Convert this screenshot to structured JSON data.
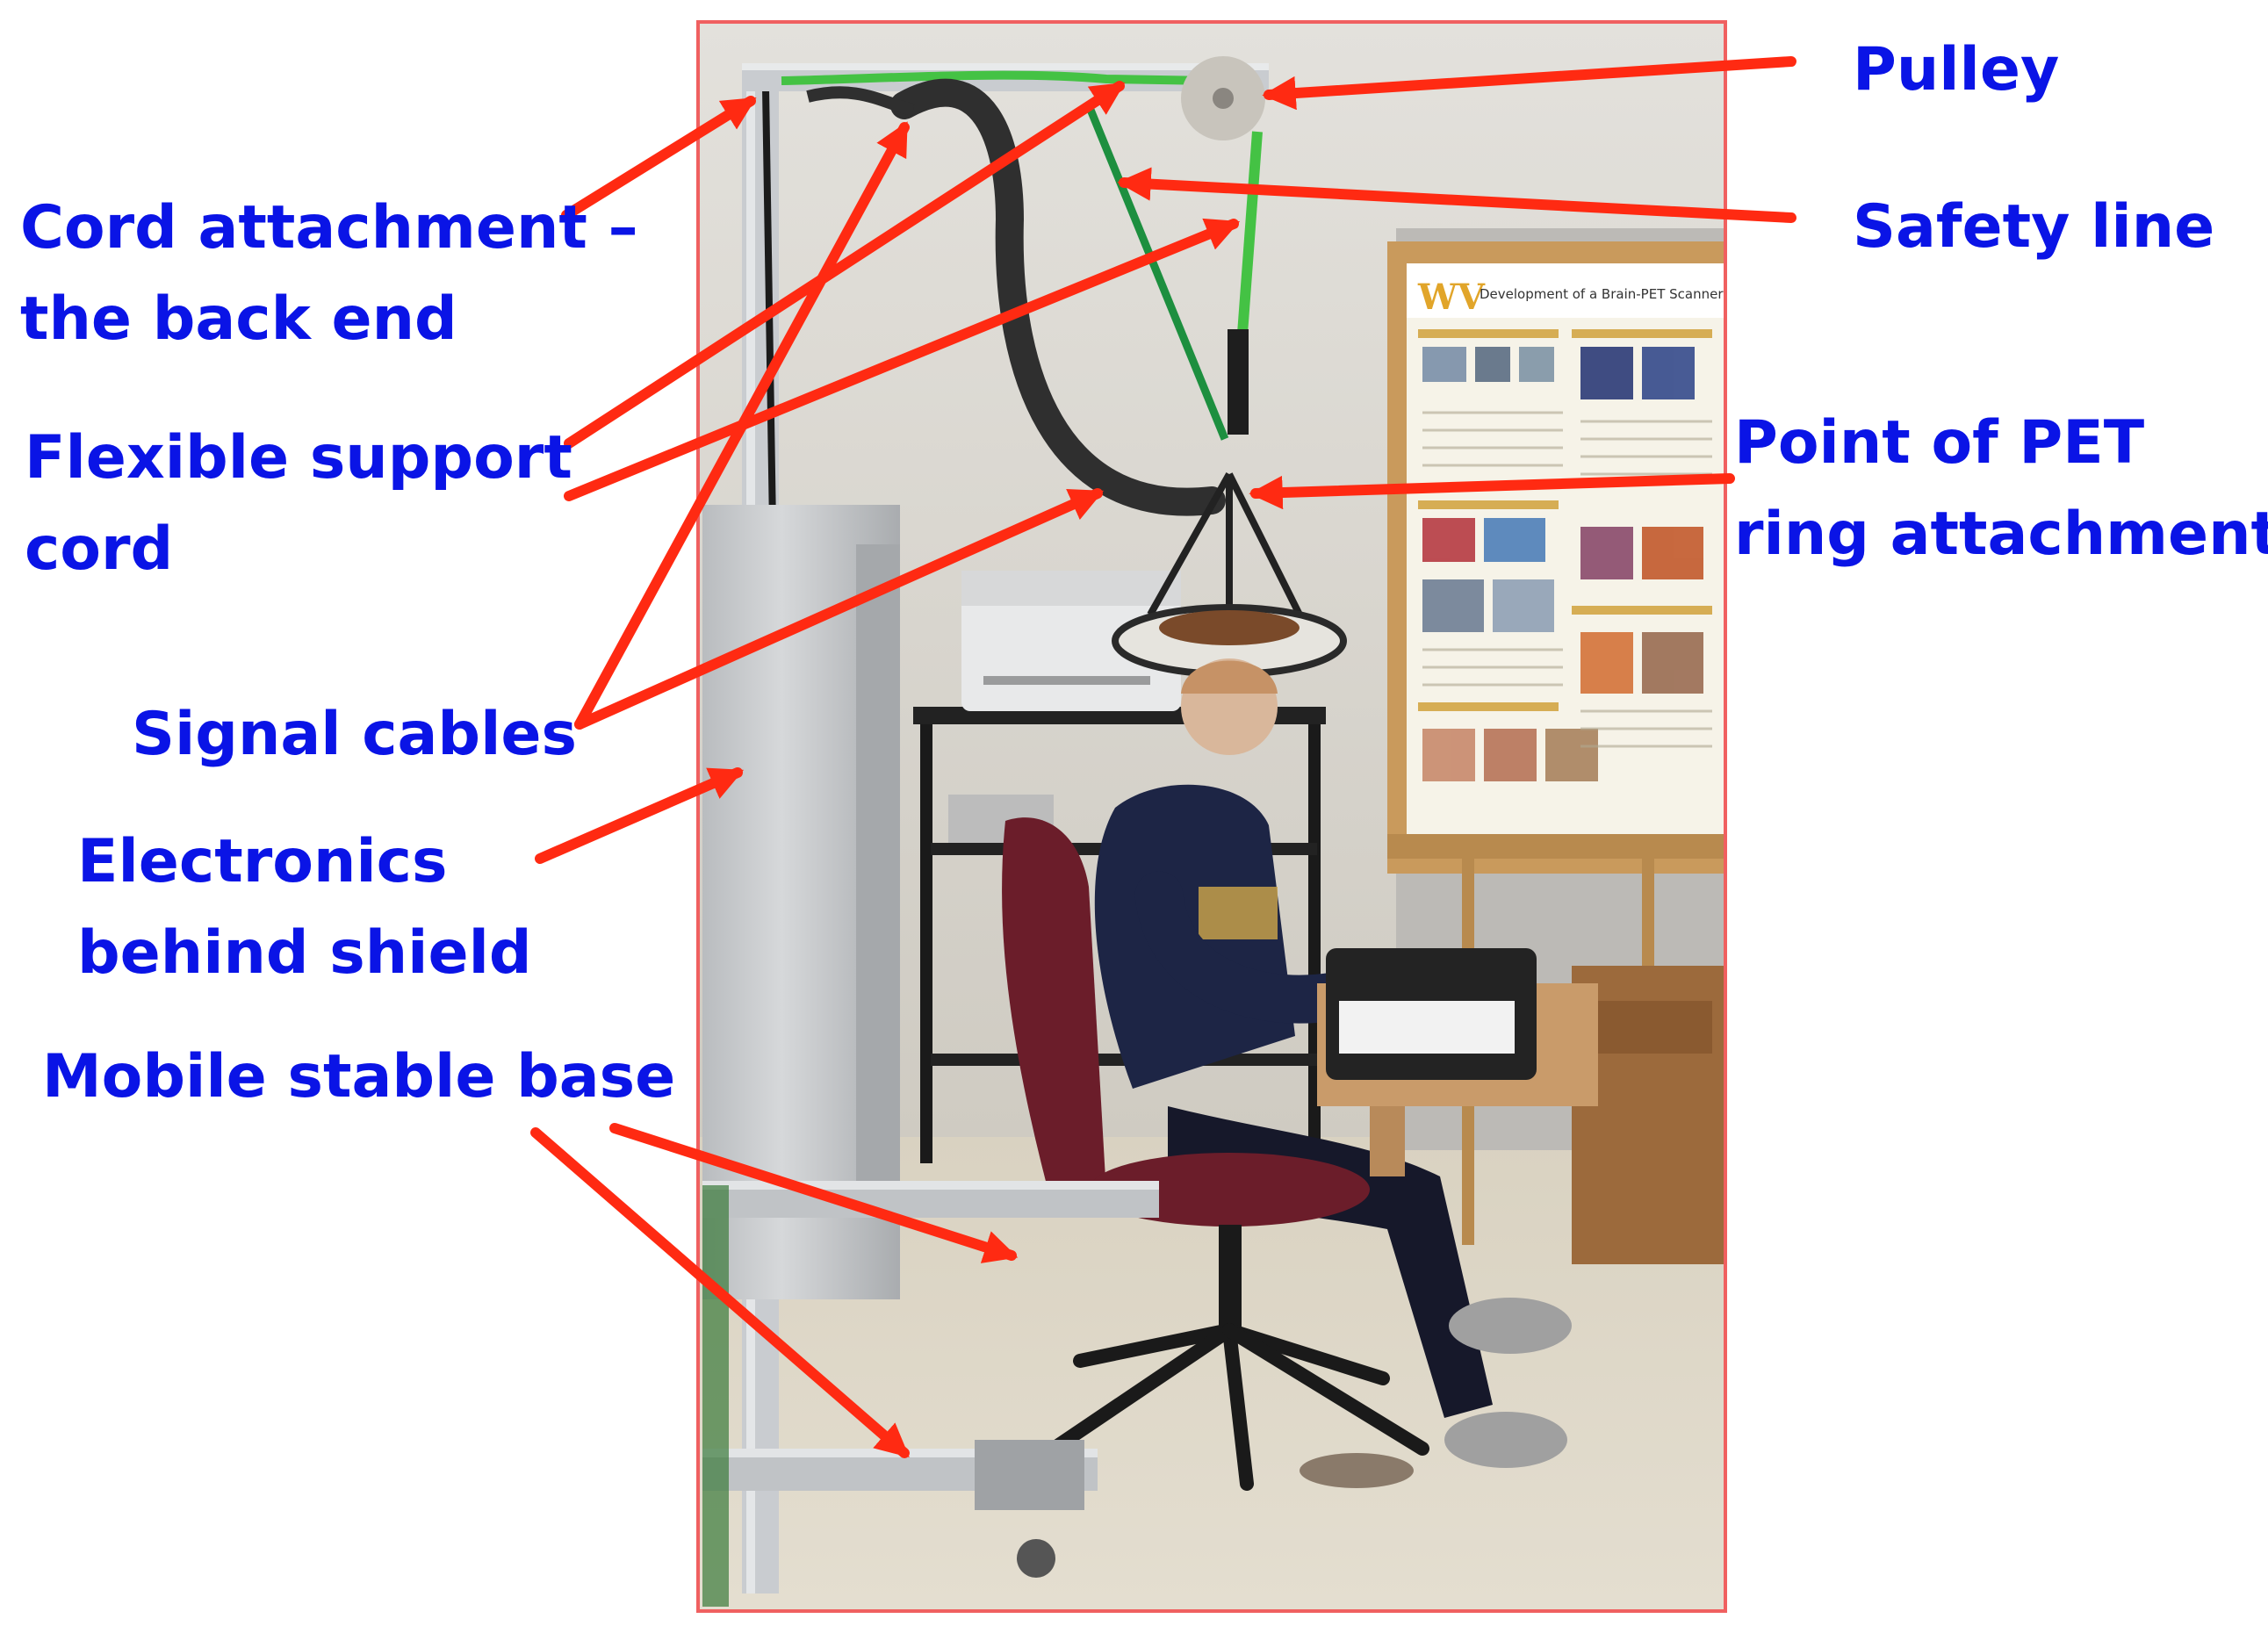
{
  "labels": {
    "pulley": "Pulley",
    "safety_line": "Safety line",
    "point_of_pet": {
      "line1": "Point of PET",
      "line2": "ring attachment"
    },
    "cord_attachment": {
      "line1": "Cord attachment –",
      "line2": "the back end"
    },
    "flexible_support": {
      "line1": "Flexible support",
      "line2": "cord"
    },
    "signal_cables": "Signal cables",
    "electronics": {
      "line1": "Electronics",
      "line2": "behind shield"
    },
    "mobile_base": "Mobile stable base"
  },
  "colors": {
    "label_text": "#0a14e6",
    "arrow": "#ff2a12",
    "photo_border": "#f06060",
    "support_cord": "#2f2f2f",
    "safety_line": "#44c244",
    "frame_metal": "#c9ccd0",
    "wall": "#d9d7d2",
    "floor": "#dcd6c6"
  },
  "poster": {
    "logo_text": "WV",
    "title": "Development of a Brain-PET Scanner"
  }
}
